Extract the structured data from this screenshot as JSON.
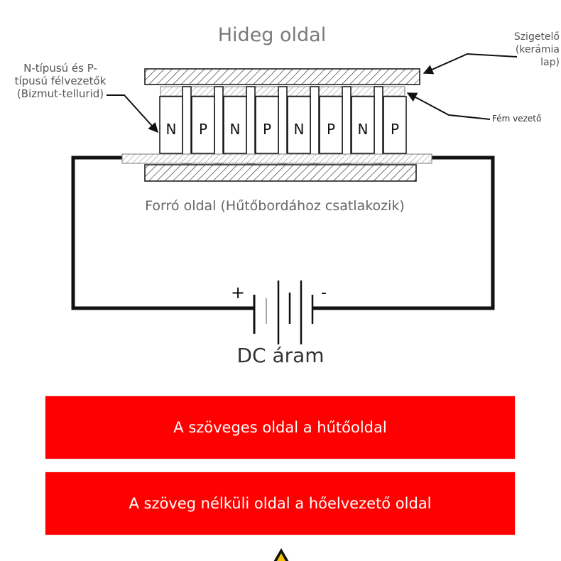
{
  "diagram": {
    "title": "Hideg oldal",
    "insulator_label": "Szigetelő (kerámia lap)",
    "metal_label": "Fém vezető",
    "semiconductor_label": "N-típusú és P-típusú félvezetők (Bizmut-tellurid)",
    "hot_side_label": "Forró oldal (Hűtőbordához csatlakozik)",
    "source_label": "DC áram",
    "plus_sign": "+",
    "minus_sign": "-",
    "legs": [
      "N",
      "P",
      "N",
      "P",
      "N",
      "P",
      "N",
      "P"
    ]
  },
  "legend": {
    "line1": "A szöveges oldal a hűtőoldal",
    "line2": "A szöveg nélküli oldal a hőelvezető oldal"
  },
  "colors": {
    "legend_background": "#ff0000",
    "legend_text": "#ffffff",
    "warning_icon": "#f5c400"
  },
  "icons": {
    "bottom": "warning-icon"
  }
}
